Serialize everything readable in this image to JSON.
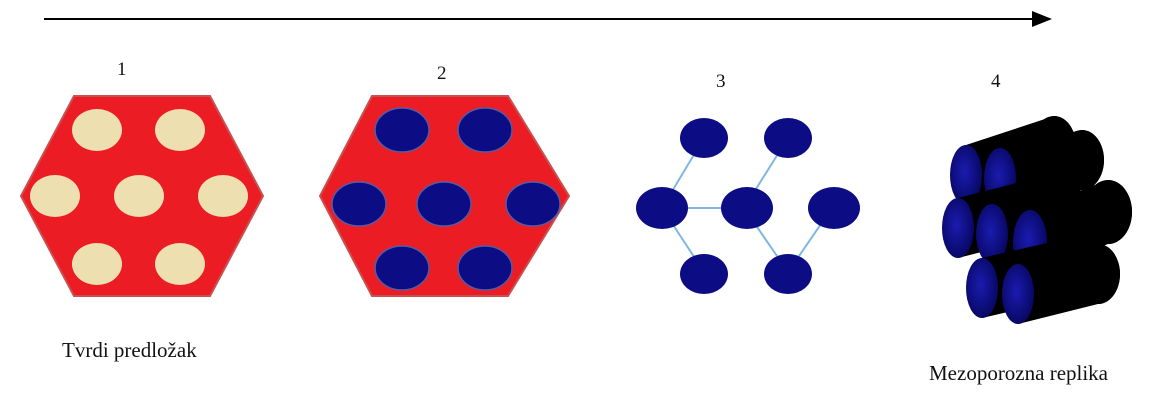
{
  "process_arrow": {
    "direction": "left-to-right"
  },
  "steps": [
    {
      "number": "1",
      "shape": "hexagon",
      "fill": "#ec1c24",
      "pore_fill": "#eedfb0",
      "pores": 7
    },
    {
      "number": "2",
      "shape": "hexagon",
      "fill": "#ec1c24",
      "pore_fill": "#0c0c84",
      "pores": 7
    },
    {
      "number": "3",
      "shape": "connected-spheres",
      "pore_fill": "#0c0c84",
      "link_color": "#7fb7e0",
      "pores": 7
    },
    {
      "number": "4",
      "shape": "rods",
      "rod_fill": "#000000",
      "rod_end_fill": "#0c0c84",
      "pores": 7
    }
  ],
  "captions": {
    "left": "Tvrdi predložak",
    "right": "Mezoporozna replika"
  },
  "colors": {
    "template_red": "#ec1c24",
    "pore_beige": "#eedfb0",
    "carbon_blue": "#0c0c84",
    "link_blue": "#7fb7e0",
    "arrow": "#000000"
  }
}
